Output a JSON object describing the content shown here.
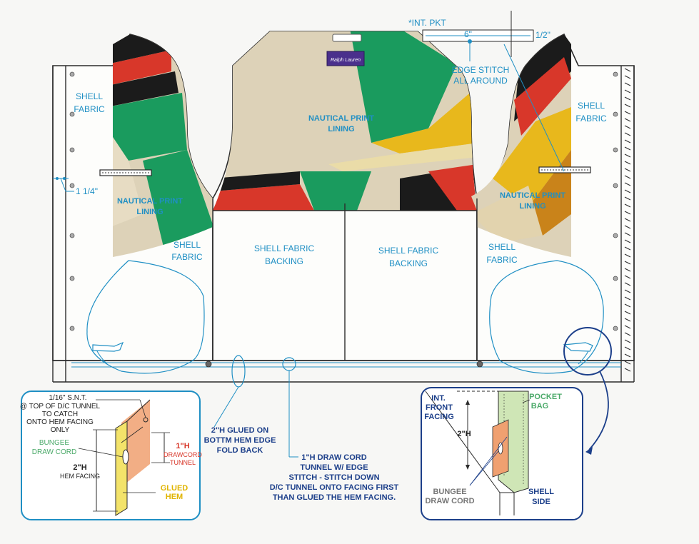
{
  "colors": {
    "outline": "#2b2b2b",
    "callout_blue": "#1f8fc4",
    "detail_navy": "#1c3f8a",
    "print_beige": "#ddd2b8",
    "print_green": "#1a9b5e",
    "print_red": "#d8372a",
    "print_yellow": "#e8b81c",
    "print_black": "#1b1b1b",
    "drawcord_orange": "#f0a070",
    "glued_hem_yellow": "#f3e36a",
    "pocket_bag_green": "#cfe6b6"
  },
  "labels": {
    "int_pkt": "*INT. PKT",
    "pkt_width": "6\"",
    "pkt_height": "1/2\"",
    "edge_stitch_1": "EDGE STITCH",
    "edge_stitch_2": "ALL AROUND",
    "shell_fabric_1": "SHELL",
    "shell_fabric_2": "FABRIC",
    "nautical_lining_1": "NAUTICAL PRINT",
    "nautical_lining_2": "LINING",
    "shell_backing_1": "SHELL FABRIC",
    "shell_backing_2": "BACKING",
    "brand_label": "Ralph Lauren",
    "one_quarter": "1 1/4\"",
    "snt_1": "1/16\" S.N.T.",
    "snt_2": "@ TOP OF D/C TUNNEL",
    "snt_3": "TO CATCH",
    "snt_4": "ONTO HEM FACING",
    "snt_5": "ONLY",
    "bungee_1": "BUNGEE",
    "bungee_2": "DRAW CORD",
    "one_h": "1\"H",
    "drawcord_tunnel_1": "DRAWCORD",
    "drawcord_tunnel_2": "TUNNEL",
    "two_h": "2\"H",
    "hem_facing": "HEM FACING",
    "glued_1": "GLUED",
    "glued_2": "HEM",
    "glued_on_1": "2\"H GLUED ON",
    "glued_on_2": "BOTTM HEM EDGE",
    "glued_on_3": "FOLD BACK",
    "tunnel_note_1": "1\"H DRAW CORD",
    "tunnel_note_2": "TUNNEL W/ EDGE",
    "tunnel_note_3": "STITCH - STITCH DOWN",
    "tunnel_note_4": "D/C TUNNEL ONTO FACING FIRST",
    "tunnel_note_5": "THAN GLUED THE HEM FACING.",
    "int_front_1": "INT.",
    "int_front_2": "FRONT",
    "int_front_3": "FACING",
    "pocket_bag_1": "POCKET",
    "pocket_bag_2": "BAG",
    "shell_side_1": "SHELL",
    "shell_side_2": "SIDE",
    "bungee_caps_1": "BUNGEE",
    "bungee_caps_2": "DRAW CORD"
  }
}
